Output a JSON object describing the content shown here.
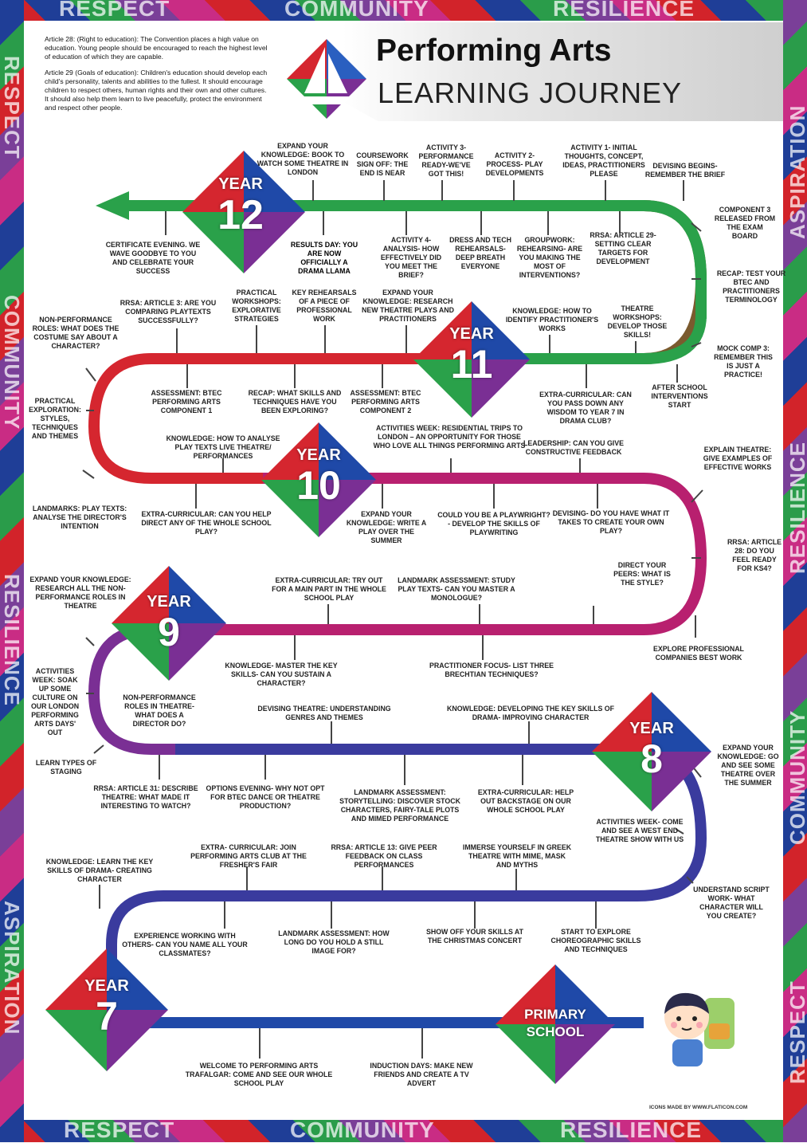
{
  "frame": {
    "top_words": [
      "RESPECT",
      "COMMUNITY",
      "RESILIENCE"
    ],
    "bottom_words": [
      "RESPECT",
      "COMMUNITY",
      "RESILIENCE"
    ],
    "left_words": [
      "RESPECT",
      "COMMUNITY",
      "RESILIENCE",
      "ASPIRATION"
    ],
    "right_words": [
      "ASPIRATION",
      "RESILIENCE",
      "COMMUNITY",
      "RESPECT"
    ]
  },
  "articles": {
    "a28": "Article 28: (Right to education): The Convention places a high value on education. Young people should be encouraged to reach the highest level of education of which they are capable.",
    "a29": "Article 29 (Goals of education): Children's education should develop each child's personality, talents and abilities to the fullest. It should encourage children to respect others, human rights and their own and other cultures. It should also help them learn to live peacefully, protect the environment and respect other people."
  },
  "title": {
    "main": "Performing Arts",
    "sub": "LEARNING JOURNEY"
  },
  "years": {
    "y12": {
      "word": "YEAR",
      "num": "12"
    },
    "y11": {
      "word": "YEAR",
      "num": "11"
    },
    "y10": {
      "word": "YEAR",
      "num": "10"
    },
    "y9": {
      "word": "YEAR",
      "num": "9"
    },
    "y8": {
      "word": "YEAR",
      "num": "8"
    },
    "y7": {
      "word": "YEAR",
      "num": "7"
    },
    "primary": {
      "word": "PRIMARY",
      "num": "SCHOOL"
    }
  },
  "labels": {
    "l1": "EXPAND YOUR KNOWLEDGE: BOOK TO WATCH SOME THEATRE IN LONDON",
    "l2": "COURSEWORK SIGN OFF: THE END IS NEAR",
    "l3": "ACTIVITY 3- PERFORMANCE READY-WE'VE GOT THIS!",
    "l4": "ACTIVITY 2- PROCESS- PLAY DEVELOPMENTS",
    "l5": "ACTIVITY 1- INITIAL THOUGHTS, CONCEPT, IDEAS, PRACTITIONERS PLEASE",
    "l6": "DEVISING BEGINS- REMEMBER THE BRIEF",
    "l7": "COMPONENT 3 RELEASED FROM THE EXAM BOARD",
    "l8": "CERTIFICATE EVENING. WE WAVE GOODBYE TO YOU AND CELEBRATE YOUR SUCCESS",
    "l9": "RESULTS DAY: YOU ARE NOW OFFICIALLY A DRAMA LLAMA",
    "l10": "ACTIVITY 4- ANALYSIS- HOW EFFECTIVELY DID YOU MEET THE BRIEF?",
    "l11": "DRESS AND TECH REHEARSALS- DEEP BREATH EVERYONE",
    "l12": "GROUPWORK: REHEARSING- ARE YOU MAKING THE MOST OF INTERVENTIONS?",
    "l13": "RRSA: ARTICLE 29- SETTING CLEAR TARGETS FOR DEVELOPMENT",
    "l14": "RECAP: TEST YOUR BTEC AND PRACTITIONERS TERMINOLOGY",
    "l15": "RRSA: ARTICLE 3: ARE YOU COMPARING PLAYTEXTS SUCCESSFULLY?",
    "l16": "PRACTICAL WORKSHOPS: EXPLORATIVE STRATEGIES",
    "l17": "KEY REHEARSALS OF A PIECE OF PROFESSIONAL WORK",
    "l18": "EXPAND YOUR KNOWLEDGE: RESEARCH NEW THEATRE PLAYS AND PRACTITIONERS",
    "l19": "KNOWLEDGE: HOW TO IDENTIFY PRACTITIONER'S WORKS",
    "l20": "THEATRE WORKSHOPS: DEVELOP THOSE SKILLS!",
    "l21": "NON-PERFORMANCE ROLES: WHAT DOES THE COSTUME SAY ABOUT A CHARACTER?",
    "l22": "MOCK COMP 3: REMEMBER THIS IS JUST A PRACTICE!",
    "l23": "ASSESSMENT: BTEC PERFORMING ARTS COMPONENT 1",
    "l24": "RECAP: WHAT SKILLS AND TECHNIQUES HAVE YOU BEEN EXPLORING?",
    "l25": "ASSESSMENT: BTEC PERFORMING ARTS COMPONENT 2",
    "l26": "EXTRA-CURRICULAR: CAN YOU PASS DOWN ANY WISDOM TO YEAR 7 IN DRAMA CLUB?",
    "l27": "AFTER SCHOOL INTERVENTIONS START",
    "l28": "PRACTICAL EXPLORATION: STYLES, TECHNIQUES AND THEMES",
    "l29": "KNOWLEDGE: HOW TO ANALYSE PLAY TEXTS LIVE THEATRE/ PERFORMANCES",
    "l30": "ACTIVITIES WEEK: RESIDENTIAL TRIPS TO LONDON – AN OPPORTUNITY FOR THOSE WHO LOVE ALL THINGS PERFORMING ARTS",
    "l31": "LEADERSHIP: CAN YOU GIVE CONSTRUCTIVE FEEDBACK",
    "l32": "EXPLAIN THEATRE: GIVE EXAMPLES OF EFFECTIVE WORKS",
    "l33": "LANDMARKS: PLAY TEXTS: ANALYSE THE DIRECTOR'S INTENTION",
    "l34": "EXTRA-CURRICULAR: CAN YOU HELP DIRECT ANY OF THE WHOLE SCHOOL PLAY?",
    "l35": "EXPAND YOUR KNOWLEDGE: WRITE A PLAY OVER THE SUMMER",
    "l36": "COULD YOU BE A PLAYWRIGHT?- DEVELOP THE SKILLS OF PLAYWRITING",
    "l37": "DEVISING- DO YOU HAVE WHAT IT TAKES TO CREATE YOUR OWN PLAY?",
    "l38": "RRSA: ARTICLE 28: DO YOU FEEL READY FOR KS4?",
    "l39": "DIRECT YOUR PEERS: WHAT IS THE STYLE?",
    "l40": "EXPAND YOUR KNOWLEDGE: RESEARCH ALL THE NON-PERFORMANCE ROLES IN THEATRE",
    "l41": "EXTRA-CURRICULAR: TRY OUT FOR A MAIN PART IN THE WHOLE SCHOOL PLAY",
    "l42": "LANDMARK ASSESSMENT: STUDY PLAY TEXTS- CAN YOU MASTER A MONOLOGUE?",
    "l43": "EXPLORE PROFESSIONAL COMPANIES BEST WORK",
    "l44": "ACTIVITIES WEEK: SOAK UP SOME CULTURE ON OUR LONDON PERFORMING ARTS DAYS' OUT",
    "l45": "KNOWLEDGE- MASTER THE KEY SKILLS- CAN YOU SUSTAIN A CHARACTER?",
    "l46": "PRACTITIONER FOCUS- LIST THREE BRECHTIAN TECHNIQUES?",
    "l47": "NON-PERFORMANCE ROLES IN THEATRE- WHAT DOES A DIRECTOR DO?",
    "l48": "DEVISING THEATRE: UNDERSTANDING GENRES AND THEMES",
    "l49": "KNOWLEDGE: DEVELOPING THE KEY SKILLS OF DRAMA- IMPROVING CHARACTER",
    "l50": "EXPAND YOUR KNOWLEDGE: GO AND SEE SOME THEATRE OVER THE SUMMER",
    "l51": "LEARN TYPES OF STAGING",
    "l52": "RRSA: ARTICLE 31: DESCRIBE THEATRE: WHAT MADE IT INTERESTING TO WATCH?",
    "l53": "OPTIONS EVENING- WHY NOT OPT FOR BTEC DANCE OR THEATRE PRODUCTION?",
    "l54": "LANDMARK ASSESSMENT: STORYTELLING: DISCOVER STOCK CHARACTERS, FAIRY-TALE PLOTS AND MIMED PERFORMANCE",
    "l55": "EXTRA-CURRICULAR: HELP OUT BACKSTAGE ON OUR WHOLE SCHOOL PLAY",
    "l56": "ACTIVITIES WEEK- COME AND SEE A WEST END THEATRE SHOW WITH US",
    "l57": "KNOWLEDGE: LEARN THE KEY SKILLS OF DRAMA- CREATING CHARACTER",
    "l58": "EXTRA- CURRICULAR: JOIN PERFORMING ARTS CLUB AT THE FRESHER'S FAIR",
    "l59": "RRSA: ARTICLE 13: GIVE PEER FEEDBACK ON CLASS PERFORMANCES",
    "l60": "IMMERSE YOURSELF IN GREEK THEATRE WITH MIME, MASK AND MYTHS",
    "l61": "UNDERSTAND SCRIPT WORK- WHAT CHARACTER WILL YOU CREATE?",
    "l62": "EXPERIENCE WORKING WITH OTHERS- CAN YOU NAME ALL YOUR CLASSMATES?",
    "l63": "LANDMARK ASSESSMENT: HOW LONG DO YOU HOLD A STILL IMAGE FOR?",
    "l64": "SHOW OFF YOUR SKILLS AT THE CHRISTMAS CONCERT",
    "l65": "START TO EXPLORE CHOREOGRAPHIC SKILLS AND TECHNIQUES",
    "l66": "WELCOME TO PERFORMING ARTS TRAFALGAR: COME AND SEE OUR WHOLE SCHOOL PLAY",
    "l67": "INDUCTION DAYS: MAKE NEW FRIENDS AND CREATE A TV ADVERT"
  },
  "credit": "ICONS MADE BY WWW.FLATICON.COM",
  "colors": {
    "y12": "#2aa14a",
    "y11": "#7a5a2e",
    "y10": "#d5262f",
    "y9": "#b8206f",
    "y8": "#7a2f94",
    "y7": "#3a3b9e",
    "primary": "#1f49a8"
  }
}
